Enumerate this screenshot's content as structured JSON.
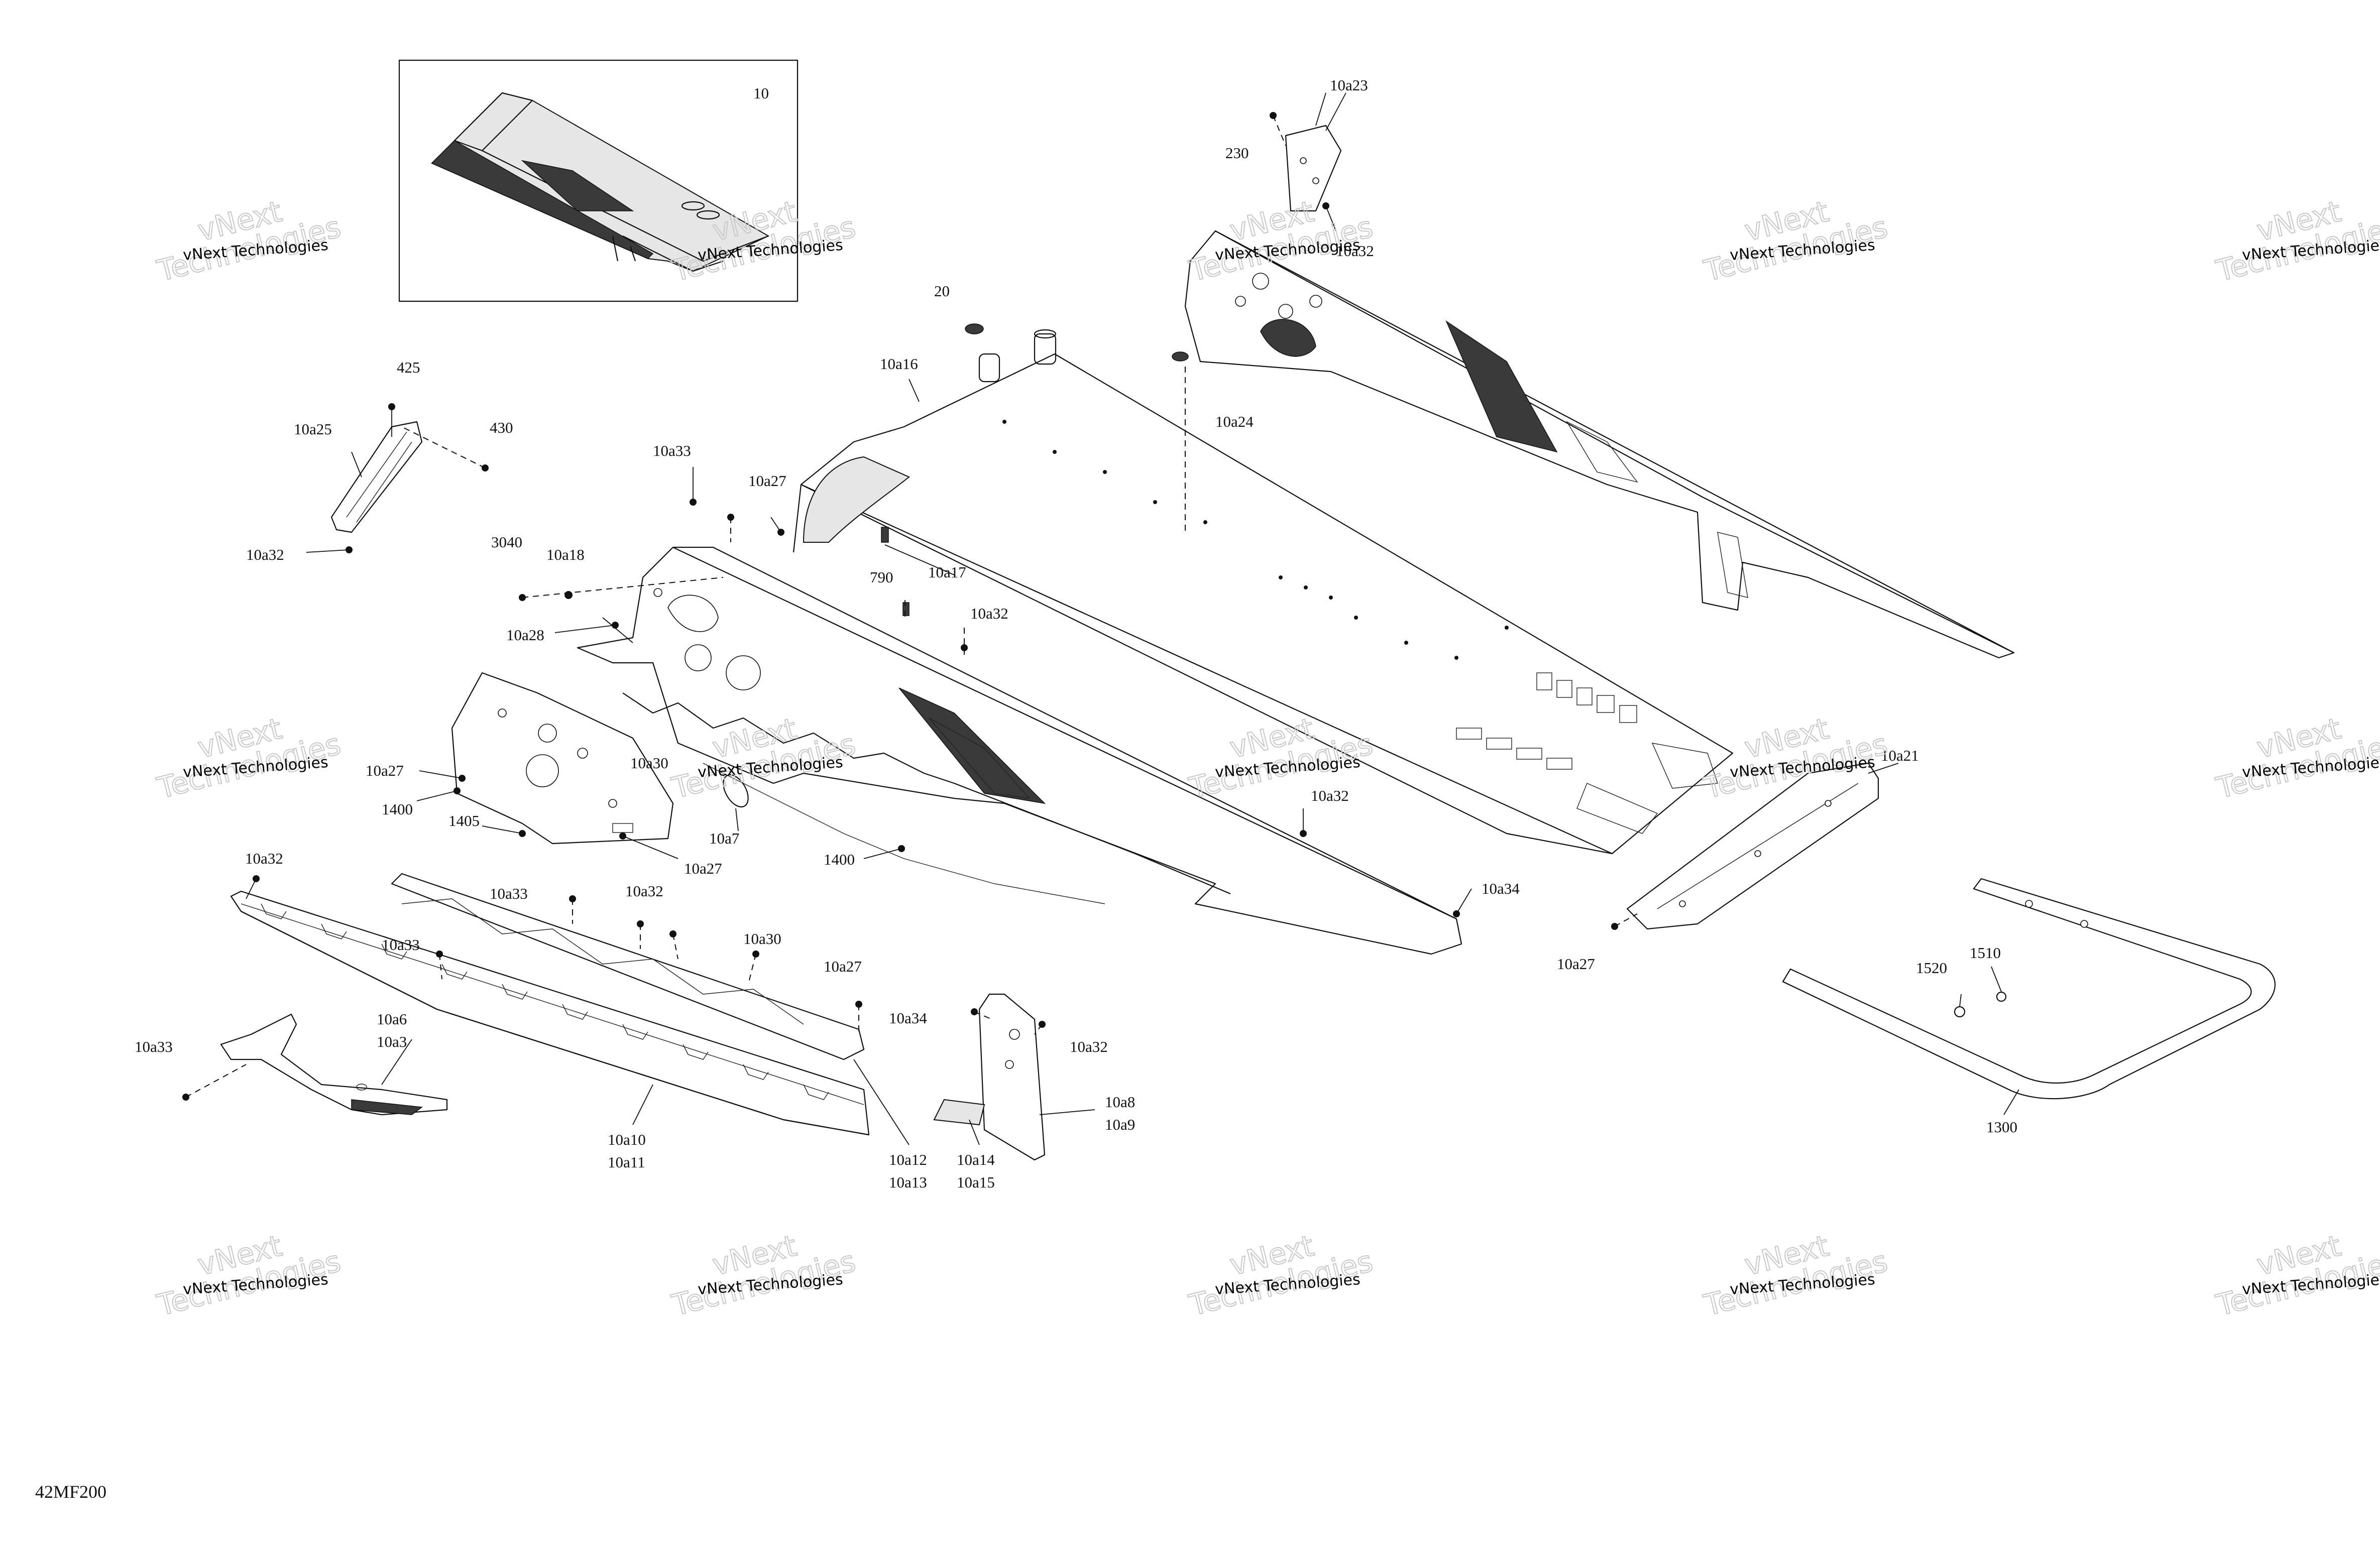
{
  "diagram": {
    "code": "42MF200",
    "inset_label": "10",
    "callouts": {
      "c10a23": "10a23",
      "c230": "230",
      "c10a32_top": "10a32",
      "c20": "20",
      "c10a16": "10a16",
      "c10a24": "10a24",
      "c425": "425",
      "c430": "430",
      "c10a25": "10a25",
      "c10a32_a": "10a32",
      "c10a33_a": "10a33",
      "c10a27_a": "10a27",
      "c3040": "3040",
      "c10a18": "10a18",
      "c10a17": "10a17",
      "c790": "790",
      "c10a28": "10a28",
      "c10a32_b": "10a32",
      "c10a27_b": "10a27",
      "c10a30_a": "10a30",
      "c1400_a": "1400",
      "c1405": "1405",
      "c10a27_c": "10a27",
      "c10a7": "10a7",
      "c1400_b": "1400",
      "c10a32_c": "10a32",
      "c10a32_d": "10a32",
      "c10a34_a": "10a34",
      "c10a21": "10a21",
      "c10a27_d": "10a27",
      "c10a33_b": "10a33",
      "c10a32_e": "10a32",
      "c10a33_c": "10a33",
      "c10a30_b": "10a30",
      "c10a27_e": "10a27",
      "c10a6": "10a6",
      "c10a3": "10a3",
      "c10a33_d": "10a33",
      "c10a34_b": "10a34",
      "c10a32_f": "10a32",
      "c10a8": "10a8",
      "c10a9": "10a9",
      "c10a10": "10a10",
      "c10a11": "10a11",
      "c10a12": "10a12",
      "c10a13": "10a13",
      "c10a14": "10a14",
      "c10a15": "10a15",
      "c1520": "1520",
      "c1510": "1510",
      "c1300": "1300"
    }
  },
  "watermark": {
    "line1": "vNext Technologies",
    "big_top": "vNext",
    "big_bottom": "Technologies"
  }
}
